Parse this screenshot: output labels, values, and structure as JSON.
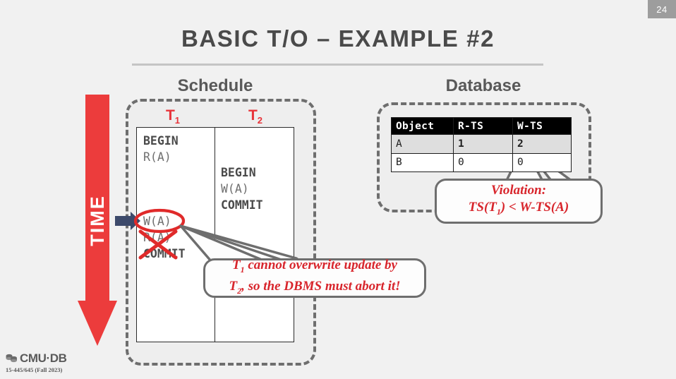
{
  "slide": {
    "number": "24",
    "title": "BASIC T/O – EXAMPLE #2"
  },
  "sections": {
    "schedule_caption": "Schedule",
    "database_caption": "Database"
  },
  "time_axis": {
    "label": "TIME",
    "color": "#ec3c3c",
    "direction": "down"
  },
  "schedule": {
    "columns": [
      {
        "name": "T",
        "subscript": "1"
      },
      {
        "name": "T",
        "subscript": "2"
      }
    ],
    "t1_ops_before": "BEGIN\nR(A)",
    "t1_ops_after": "W(A)\nR(A)\nCOMMIT",
    "t2_ops": "BEGIN\nW(A)\nCOMMIT",
    "t1_ops_before_lines": [
      "BEGIN",
      "R(A)"
    ],
    "t1_ops_after_lines": [
      "W(A)",
      "R(A)",
      "COMMIT"
    ],
    "t2_ops_lines": [
      "BEGIN",
      "W(A)",
      "COMMIT"
    ],
    "circled_op": "W(A)",
    "struck_ops": [
      "R(A)",
      "COMMIT"
    ],
    "annotation_color": "#e02a2a",
    "marker_color": "#3d4a6b"
  },
  "database": {
    "headers": [
      "Object",
      "R-TS",
      "W-TS"
    ],
    "rows": [
      {
        "object": "A",
        "r_ts": "1",
        "w_ts": "2",
        "highlight": true
      },
      {
        "object": "B",
        "r_ts": "0",
        "w_ts": "0",
        "highlight": false
      }
    ],
    "header_bg": "#000000",
    "highlight_color": "#e8343a"
  },
  "callouts": {
    "abort": {
      "line1_prefix": "T",
      "line1_sub": "1",
      "line1_rest": " cannot overwrite update by",
      "line2_prefix": "T",
      "line2_sub": "2",
      "line2_rest": ", so the DBMS must abort it!"
    },
    "violation": {
      "line1": "Violation:",
      "line2_a": "TS(T",
      "line2_sub": "1",
      "line2_b": ") < W-TS(A)"
    }
  },
  "footer": {
    "brand": "CMU·DB",
    "course": "15-445/645 (Fall 2023)"
  }
}
